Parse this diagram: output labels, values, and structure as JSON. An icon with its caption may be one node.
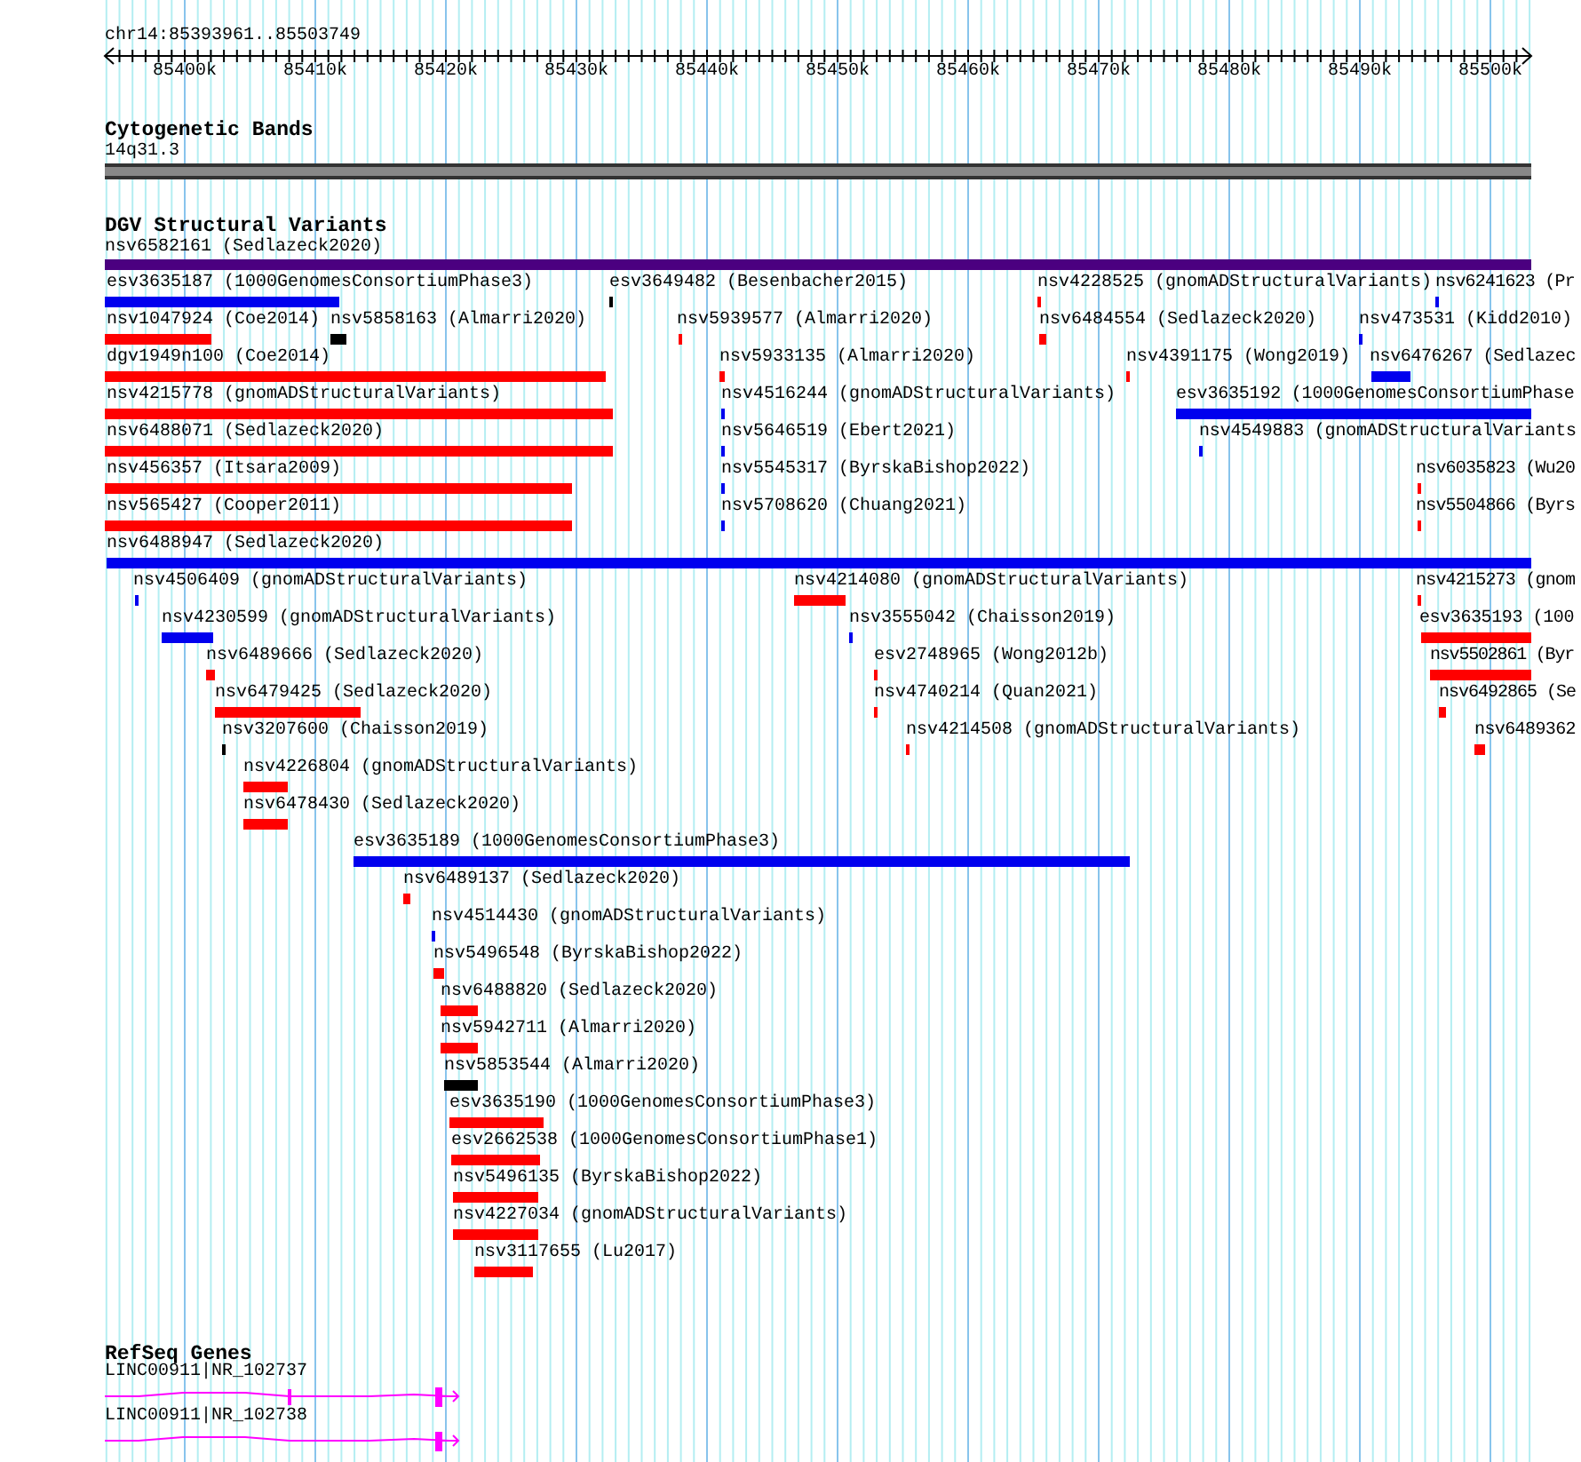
{
  "diagram": {
    "labels": [
      "chr14:85393961..85503749",
      "85400k",
      "85410k",
      "85420k",
      "85430k",
      "85440k",
      "85450k",
      "85460k",
      "85470k",
      "85480k",
      "85490k",
      "85500k",
      "Cytogenetic Bands",
      "14q31.3",
      "DGV Structural Variants",
      "nsv6582161 (Sedlazeck2020)",
      "esv3635187 (1000GenomesConsortiumPhase3)",
      "esv3649482 (Besenbacher2015)",
      "nsv4228525 (gnomADStructuralVariants)",
      "nsv6241623 (Pr",
      "nsv1047924 (Coe2014)",
      "nsv5858163 (Almarri2020)",
      "nsv5939577 (Almarri2020)",
      "nsv6484554 (Sedlazeck2020)",
      "nsv473531 (Kidd2010)",
      "dgv1949n100 (Coe2014)",
      "nsv5933135 (Almarri2020)",
      "nsv4391175 (Wong2019)",
      "nsv6476267 (Sedlazec",
      "nsv4215778 (gnomADStructuralVariants)",
      "nsv4516244 (gnomADStructuralVariants)",
      "esv3635192 (1000GenomesConsortiumPhase",
      "nsv6488071 (Sedlazeck2020)",
      "nsv5646519 (Ebert2021)",
      "nsv4549883 (gnomADStructuralVariants",
      "nsv456357 (Itsara2009)",
      "nsv5545317 (ByrskaBishop2022)",
      "nsv6035823 (Wu20",
      "nsv565427 (Cooper2011)",
      "nsv5708620 (Chuang2021)",
      "nsv5504866 (Byrs",
      "nsv6488947 (Sedlazeck2020)",
      "nsv4506409 (gnomADStructuralVariants)",
      "nsv4214080 (gnomADStructuralVariants)",
      "nsv4215273 (gnom",
      "nsv4230599 (gnomADStructuralVariants)",
      "nsv3555042 (Chaisson2019)",
      "esv3635193 (100",
      "nsv6489666 (Sedlazeck2020)",
      "esv2748965 (Wong2012b)",
      "nsv5502861 (Byr",
      "nsv6479425 (Sedlazeck2020)",
      "nsv4740214 (Quan2021)",
      "nsv6492865 (Se",
      "nsv3207600 (Chaisson2019)",
      "nsv4214508 (gnomADStructuralVariants)",
      "nsv6489362",
      "nsv4226804 (gnomADStructuralVariants)",
      "nsv6478430 (Sedlazeck2020)",
      "esv3635189 (1000GenomesConsortiumPhase3)",
      "nsv6489137 (Sedlazeck2020)",
      "nsv4514430 (gnomADStructuralVariants)",
      "nsv5496548 (ByrskaBishop2022)",
      "nsv6488820 (Sedlazeck2020)",
      "nsv5942711 (Almarri2020)",
      "nsv5853544 (Almarri2020)",
      "esv3635190 (1000GenomesConsortiumPhase3)",
      "esv2662538 (1000GenomesConsortiumPhase1)",
      "nsv5496135 (ByrskaBishop2022)",
      "nsv4227034 (gnomADStructuralVariants)",
      "nsv3117655 (Lu2017)",
      "RefSeq Genes",
      "LINC00911|NR_102737",
      "LINC00911|NR_102738"
    ]
  }
}
